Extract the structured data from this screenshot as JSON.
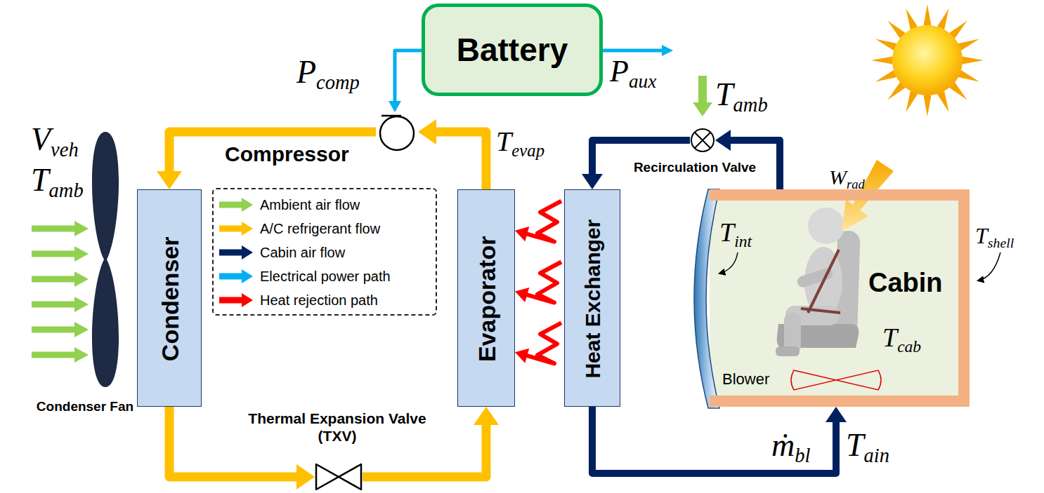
{
  "diagram": {
    "nodes": [
      {
        "text": [
          "Battery"
        ]
      },
      {
        "text": [
          "Compressor"
        ]
      },
      {
        "text": [
          "Condenser"
        ]
      },
      {
        "text": [
          "Evaporator"
        ]
      },
      {
        "text": [
          "Heat Exchanger"
        ]
      },
      {
        "text": [
          "Cabin"
        ]
      },
      {
        "text": [
          "Recirculation Valve"
        ]
      },
      {
        "text": [
          "Thermal Expansion Valve (TXV)"
        ]
      }
    ],
    "edges": [
      {
        "from": 0,
        "to": 1,
        "arrow": "to"
      },
      {
        "from": 1,
        "to": 2,
        "arrow": "to"
      },
      {
        "from": 2,
        "to": 7,
        "arrow": "to"
      },
      {
        "from": 7,
        "to": 3,
        "arrow": "to"
      },
      {
        "from": 3,
        "to": 1,
        "arrow": "to"
      },
      {
        "from": 4,
        "to": 3,
        "arrow": "to"
      },
      {
        "from": 4,
        "to": 3,
        "arrow": "to"
      },
      {
        "from": 4,
        "to": 3,
        "arrow": "to"
      },
      {
        "from": 5,
        "to": 6,
        "arrow": "to"
      },
      {
        "from": 6,
        "to": 4,
        "arrow": "to"
      },
      {
        "from": 4,
        "to": 5,
        "arrow": "to"
      }
    ],
    "labels": [
      "Pcomp",
      "Paux",
      "Vveh",
      "Tamb",
      "Tamb",
      "Tevap",
      "Tint",
      "Tshell",
      "Tcab",
      "Wrad",
      "ṁbl",
      "Tain",
      "Condenser Fan",
      "Blower"
    ],
    "legend": [
      {
        "text": "Ambient air flow"
      },
      {
        "text": "A/C refrigerant flow"
      },
      {
        "text": "Cabin air flow"
      },
      {
        "text": "Electrical power path"
      },
      {
        "text": "Heat rejection path"
      }
    ]
  }
}
